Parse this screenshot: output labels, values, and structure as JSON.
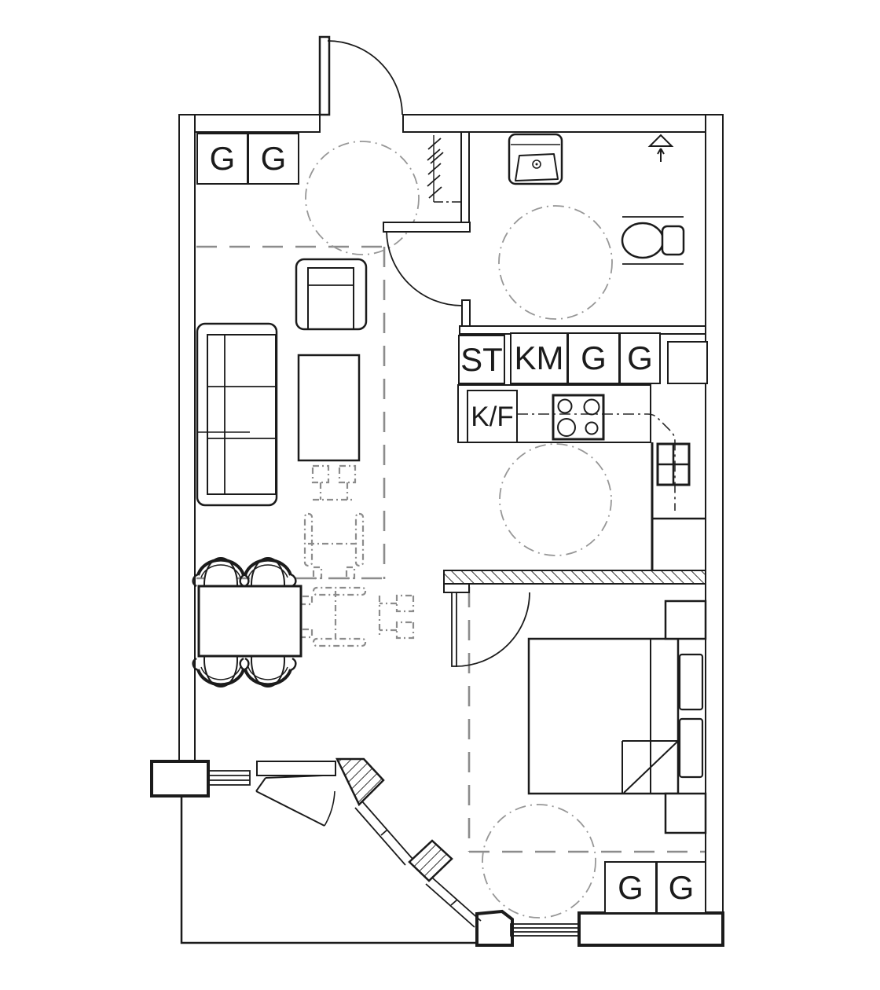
{
  "labels": {
    "hall_wardrobe_1": "G",
    "hall_wardrobe_2": "G",
    "cleaning_cabinet": "ST",
    "washing_machine": "KM",
    "kitchen_cabinet_1": "G",
    "kitchen_cabinet_2": "G",
    "fridge_freezer": "K/F",
    "bedroom_wardrobe_1": "G",
    "bedroom_wardrobe_2": "G"
  },
  "colors": {
    "line": "#1b1b1b",
    "ghost_gray": "#8c8c8c",
    "background": "#ffffff"
  }
}
